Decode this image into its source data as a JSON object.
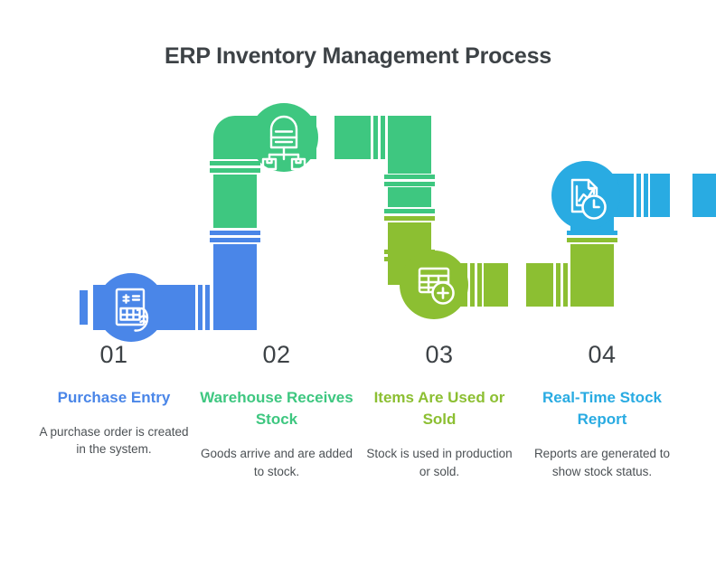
{
  "header": {
    "title": "ERP Inventory Management Process"
  },
  "colors": {
    "blue": "#4a86e8",
    "green": "#3ec780",
    "olive": "#8cbf32",
    "cyan": "#29abe2",
    "title_text": "#3d4246",
    "body_text": "#4c5155",
    "background": "#ffffff"
  },
  "steps": [
    {
      "number": "01",
      "title": "Purchase Entry",
      "description": "A purchase order is created in the system.",
      "color": "#4a86e8",
      "icon": "invoice-hand-icon"
    },
    {
      "number": "02",
      "title": "Warehouse Receives Stock",
      "description": "Goods arrive and are added to stock.",
      "color": "#3ec780",
      "icon": "warehouse-boxes-icon"
    },
    {
      "number": "03",
      "title": "Items Are Used or Sold",
      "description": "Stock is used in production or sold.",
      "color": "#8cbf32",
      "icon": "table-plus-icon"
    },
    {
      "number": "04",
      "title": "Real-Time Stock Report",
      "description": "Reports are generated to show stock status.",
      "color": "#29abe2",
      "icon": "report-chart-clock-icon"
    }
  ]
}
